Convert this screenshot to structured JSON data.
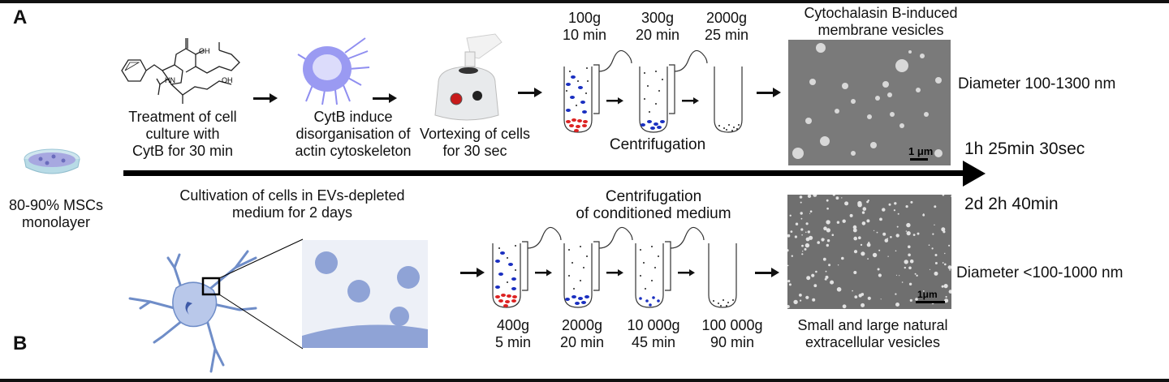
{
  "panels": {
    "a": {
      "letter": "A",
      "steps": [
        {
          "lines": [
            "Treatment of cell",
            "culture with",
            "CytB for 30 min"
          ],
          "icon": "cytochalasin-b-structure-icon"
        },
        {
          "lines": [
            "CytB induce",
            "disorganisation of",
            "actin cytoskeleton"
          ],
          "icon": "disorganized-cell-icon"
        },
        {
          "lines": [
            "Vortexing of cells",
            "for 30 sec"
          ],
          "icon": "vortex-mixer-icon"
        }
      ],
      "centrifugation": {
        "label": "Centrifugation",
        "tubes": [
          {
            "g": "100g",
            "time": "10 min"
          },
          {
            "g": "300g",
            "time": "20 min"
          },
          {
            "g": "2000g",
            "time": "25 min"
          }
        ]
      },
      "result": {
        "title_lines": [
          "Cytochalasin B-induced",
          "membrane vesicles"
        ],
        "scale_bar": "1 μm",
        "diameter": "Diameter 100-1300 nm"
      },
      "duration": "1h 25min 30sec"
    },
    "b": {
      "letter": "B",
      "cultivation_lines": [
        "Cultivation of  cells in EVs-depleted",
        "medium for 2 days"
      ],
      "centrifugation": {
        "label_lines": [
          "Centrifugation",
          "of conditioned medium"
        ],
        "tubes": [
          {
            "g": "400g",
            "time": "5 min"
          },
          {
            "g": "2000g",
            "time": "20 min"
          },
          {
            "g": "10 000g",
            "time": "45 min"
          },
          {
            "g": "100 000g",
            "time": "90 min"
          }
        ]
      },
      "result": {
        "caption_lines": [
          "Small and large natural",
          "extracellular vesicles"
        ],
        "scale_bar": "1μm",
        "diameter": "Diameter <100-1000 nm"
      },
      "duration": "2d 2h 40min"
    },
    "start": {
      "lines": [
        "80-90% MSCs",
        "monolayer"
      ],
      "icon": "petri-dish-icon"
    }
  },
  "colors": {
    "cell_blue": "#8fa0e8",
    "pellet_red": "#dd2222",
    "pellet_blue": "#1a2fc0",
    "sem_gray": "#7a7a7a",
    "timeline": "#000000"
  }
}
